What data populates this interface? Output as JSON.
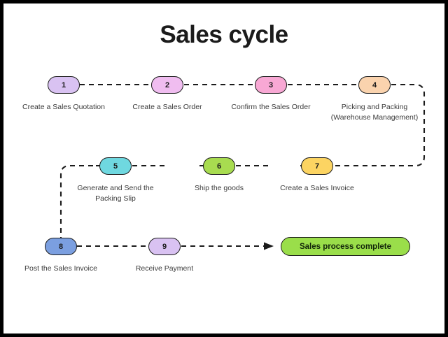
{
  "diagram": {
    "title": "Sales cycle",
    "frame_color": "#000000",
    "background": "#ffffff",
    "connector_color": "#1b1b1b",
    "connector_style": "dashed",
    "terminal": {
      "label": "Sales process complete",
      "color": "#9ade4a"
    },
    "steps": [
      {
        "number": "1",
        "label": "Create a Sales Quotation",
        "color": "#d9c2f2",
        "row": 1
      },
      {
        "number": "2",
        "label": "Create a Sales Order",
        "color": "#f0bdf0",
        "row": 1
      },
      {
        "number": "3",
        "label": "Confirm the Sales Order",
        "color": "#f8a8d4",
        "row": 1
      },
      {
        "number": "4",
        "label": "Picking and Packing\n(Warehouse Management)",
        "color": "#fad3ae",
        "row": 1
      },
      {
        "number": "5",
        "label": "Generate and Send the\nPacking Slip",
        "color": "#6fd8e0",
        "row": 2
      },
      {
        "number": "6",
        "label": "Ship the goods",
        "color": "#a8dc50",
        "row": 2
      },
      {
        "number": "7",
        "label": "Create a Sales Invoice",
        "color": "#fcd462",
        "row": 2
      },
      {
        "number": "8",
        "label": "Post the Sales Invoice",
        "color": "#7b9fe0",
        "row": 3
      },
      {
        "number": "9",
        "label": "Receive Payment",
        "color": "#d9c2f2",
        "row": 3
      }
    ]
  }
}
